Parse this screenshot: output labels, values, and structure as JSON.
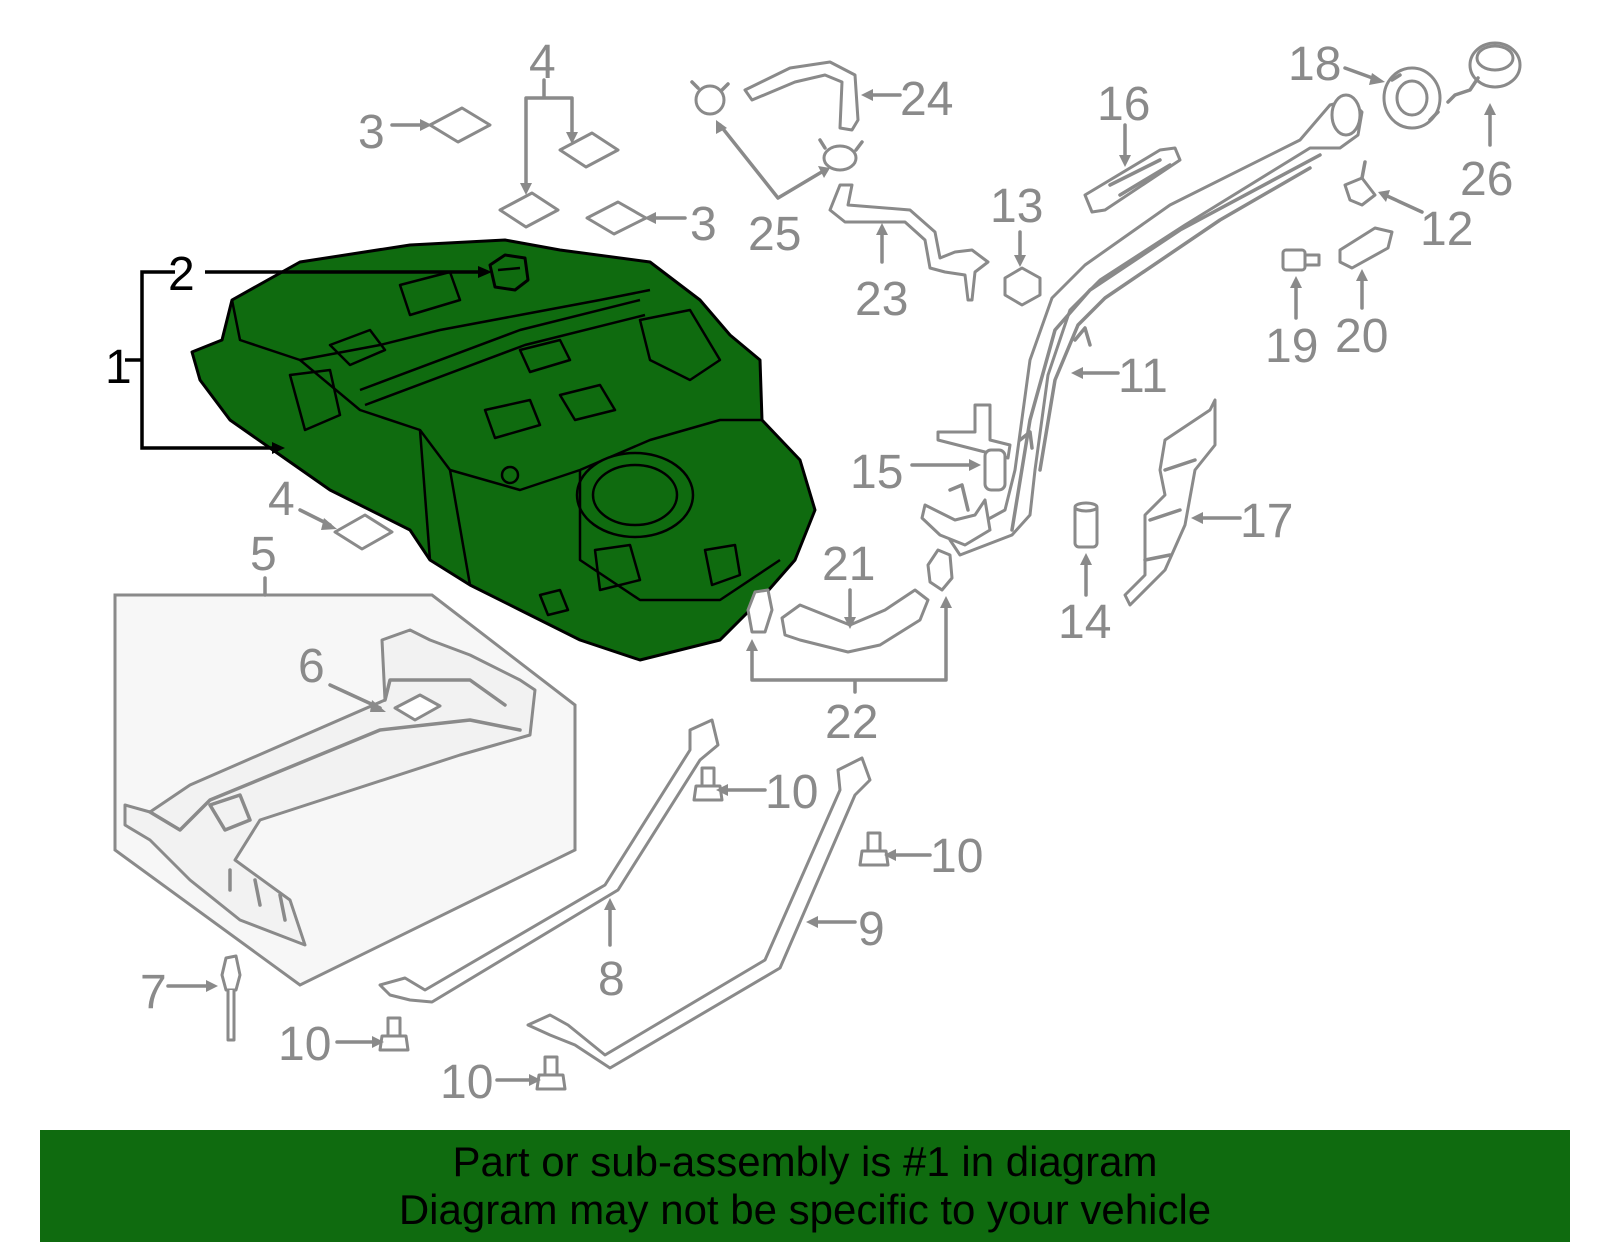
{
  "callouts": {
    "c1": "1",
    "c2": "2",
    "c3a": "3",
    "c3b": "3",
    "c4a": "4",
    "c4b": "4",
    "c5": "5",
    "c6": "6",
    "c7": "7",
    "c8": "8",
    "c9": "9",
    "c10a": "10",
    "c10b": "10",
    "c10c": "10",
    "c10d": "10",
    "c11": "11",
    "c12": "12",
    "c13": "13",
    "c14": "14",
    "c15": "15",
    "c16": "16",
    "c17": "17",
    "c18": "18",
    "c19": "19",
    "c20": "20",
    "c21": "21",
    "c22": "22",
    "c23": "23",
    "c24": "24",
    "c25": "25",
    "c26": "26"
  },
  "banner": {
    "line1": "Part or sub-assembly is #1 in diagram",
    "line2": "Diagram may not be specific to your vehicle"
  },
  "colors": {
    "highlight": "#0f6b0f",
    "line_gray": "#8a8a8a",
    "outline": "#000000"
  }
}
